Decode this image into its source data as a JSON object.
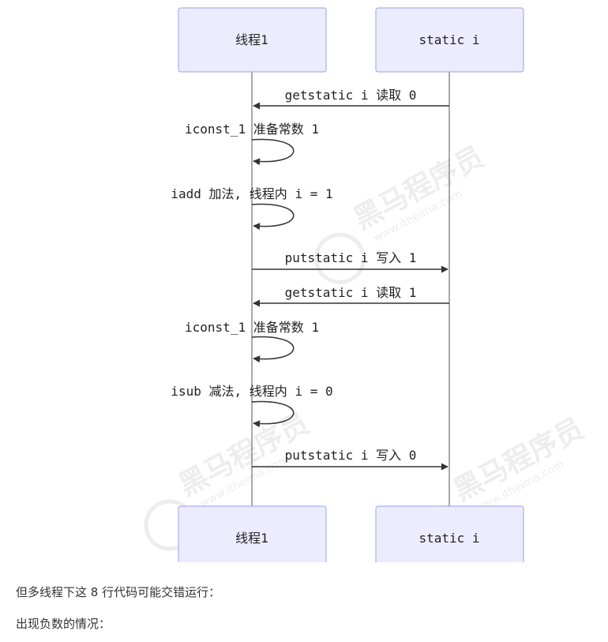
{
  "actors": [
    {
      "id": "t1",
      "label": "线程1"
    },
    {
      "id": "si",
      "label": "static i"
    }
  ],
  "messages": [
    {
      "type": "arrow",
      "from": "si",
      "to": "t1",
      "text": "getstatic i 读取 0"
    },
    {
      "type": "self",
      "actor": "t1",
      "text": "iconst_1 准备常数 1"
    },
    {
      "type": "self",
      "actor": "t1",
      "text": "iadd 加法, 线程内 i = 1"
    },
    {
      "type": "arrow",
      "from": "t1",
      "to": "si",
      "text": "putstatic i 写入 1"
    },
    {
      "type": "arrow",
      "from": "si",
      "to": "t1",
      "text": "getstatic i 读取 1"
    },
    {
      "type": "self",
      "actor": "t1",
      "text": "iconst_1 准备常数 1"
    },
    {
      "type": "self",
      "actor": "t1",
      "text": "isub 减法, 线程内 i = 0"
    },
    {
      "type": "arrow",
      "from": "t1",
      "to": "si",
      "text": "putstatic i 写入 0"
    }
  ],
  "watermark": {
    "brand": "黑马程序员",
    "site": "www.itheima.com"
  },
  "paragraphs": [
    "但多线程下这 8 行代码可能交错运行：",
    "出现负数的情况："
  ],
  "colors": {
    "actor_fill": "#ececff",
    "actor_stroke": "#9e9ef0",
    "line": "#333333",
    "text": "#222222"
  }
}
